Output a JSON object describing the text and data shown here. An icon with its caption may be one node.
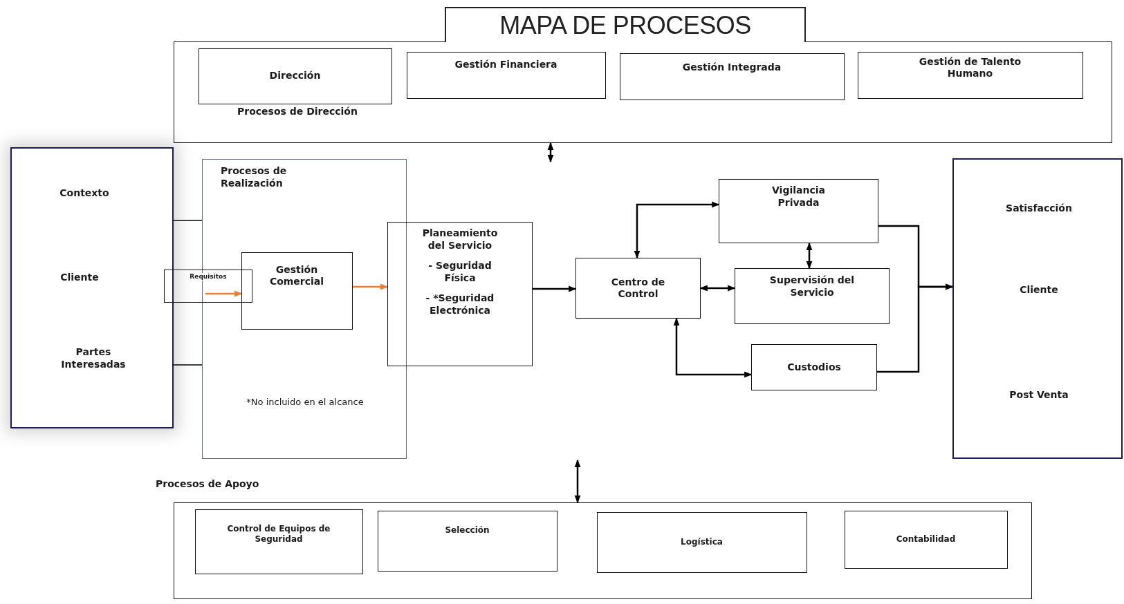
{
  "diagram": {
    "title": "MAPA DE PROCESOS",
    "nodes": [
      {
        "text": [
          "Procesos de Dirección"
        ]
      },
      {
        "text": [
          "Dirección"
        ],
        "in": 0
      },
      {
        "text": [
          "Gestión Financiera"
        ],
        "in": 0
      },
      {
        "text": [
          "Gestión Integrada"
        ],
        "in": 0
      },
      {
        "text": [
          "Gestión de Talento Humano"
        ],
        "in": 0
      },
      {
        "text": [
          "Contexto",
          "Cliente",
          "Partes Interesadas"
        ]
      },
      {
        "text": [
          "Procesos de Realización",
          "*No incluido en el alcance"
        ]
      },
      {
        "text": [
          "Requisitos"
        ]
      },
      {
        "text": [
          "Gestión Comercial"
        ],
        "in": 6
      },
      {
        "text": [
          "Planeamiento del Servicio",
          "- Seguridad Física",
          "- *Seguridad Electrónica"
        ]
      },
      {
        "text": [
          "Vigilancia Privada"
        ]
      },
      {
        "text": [
          "Centro de Control"
        ]
      },
      {
        "text": [
          "Supervisión del Servicio"
        ]
      },
      {
        "text": [
          "Custodios"
        ]
      },
      {
        "text": [
          "Satisfacción",
          "Cliente",
          "Post Venta"
        ]
      },
      {
        "text": [
          "Procesos de Apoyo"
        ]
      },
      {
        "text": [
          "Control de Equipos de Seguridad"
        ],
        "in": 15
      },
      {
        "text": [
          "Selección"
        ],
        "in": 15
      },
      {
        "text": [
          "Logística"
        ],
        "in": 15
      },
      {
        "text": [
          "Contabilidad"
        ],
        "in": 15
      }
    ],
    "edges": [
      {
        "from": 0,
        "to": null,
        "arrow": "both"
      },
      {
        "from": 5,
        "to": 6,
        "arrow": "none"
      },
      {
        "from": 5,
        "to": 6,
        "arrow": "none"
      },
      {
        "from": 7,
        "to": 8,
        "arrow": "to",
        "color": "#ed7d31"
      },
      {
        "from": 8,
        "to": 9,
        "arrow": "to",
        "color": "#ed7d31"
      },
      {
        "from": 9,
        "to": 11,
        "arrow": "to"
      },
      {
        "from": 11,
        "to": 10,
        "arrow": "both"
      },
      {
        "from": 11,
        "to": 12,
        "arrow": "both"
      },
      {
        "from": 10,
        "to": 12,
        "arrow": "both"
      },
      {
        "from": 11,
        "to": 13,
        "arrow": "both"
      },
      {
        "from": 10,
        "to": 14,
        "arrow": "to"
      },
      {
        "from": 13,
        "to": 14,
        "arrow": "to"
      },
      {
        "from": null,
        "to": 15,
        "arrow": "both"
      }
    ]
  }
}
